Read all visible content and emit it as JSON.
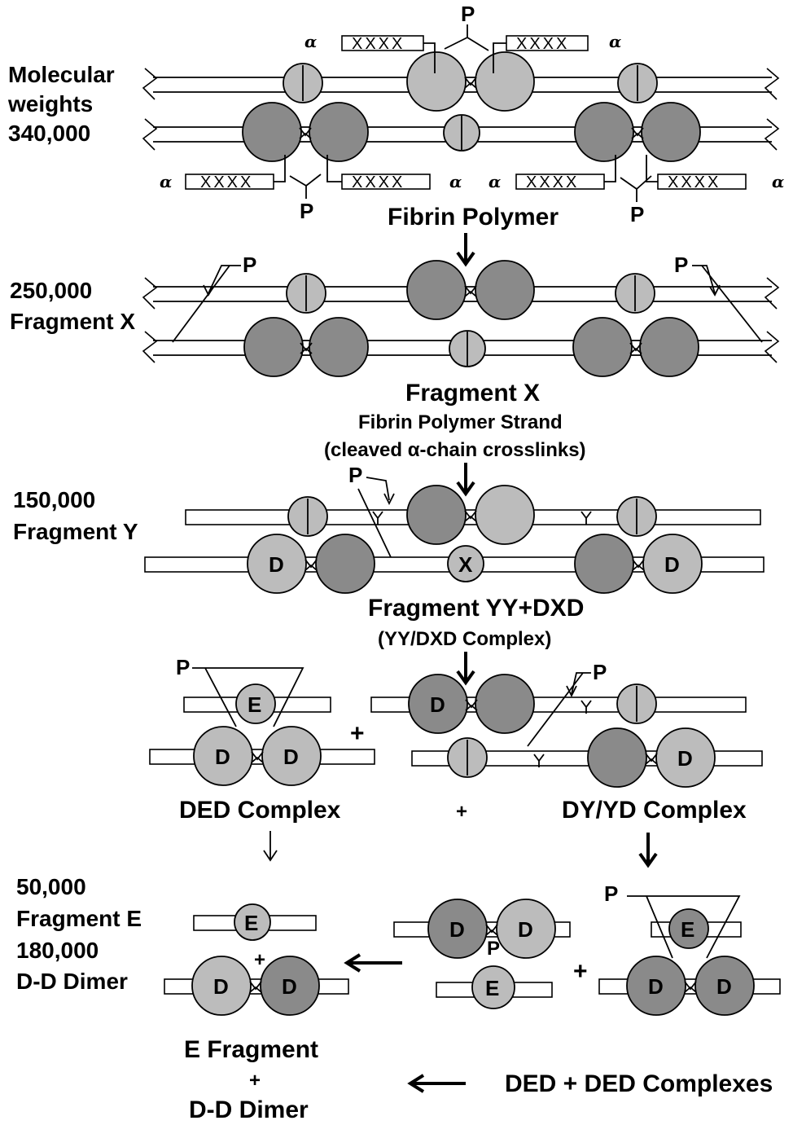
{
  "labels": {
    "mw_line1": "Molecular",
    "mw_line2": "weights",
    "mw_340": "340,000",
    "mw_250": "250,000",
    "fragment_x_left": "Fragment X",
    "mw_150": "150,000",
    "fragment_y_left": "Fragment Y",
    "mw_50": "50,000",
    "fragment_e_left": "Fragment E",
    "mw_180": "180,000",
    "dd_dimer_left": "D-D Dimer",
    "fibrin_polymer": "Fibrin Polymer",
    "fragment_x_title": "Fragment X",
    "fibrin_polymer_strand": "Fibrin Polymer Strand",
    "cleaved_crosslinks": "(cleaved α-chain crosslinks)",
    "fragment_yy_dxd": "Fragment YY+DXD",
    "yy_dxd_complex": "(YY/DXD Complex)",
    "ded_complex": "DED Complex",
    "plus_middle": "+",
    "dy_yd_complex": "DY/YD Complex",
    "e_fragment": "E Fragment",
    "plus_bottom": "+",
    "dd_dimer_bottom": "D-D Dimer",
    "ded_ded_complexes": "DED + DED Complexes"
  },
  "markers": {
    "plasmin": "P",
    "alpha": "α",
    "crosslink": "XXXX",
    "domain_d": "D",
    "domain_e": "E",
    "domain_x": "X",
    "plus": "+"
  }
}
